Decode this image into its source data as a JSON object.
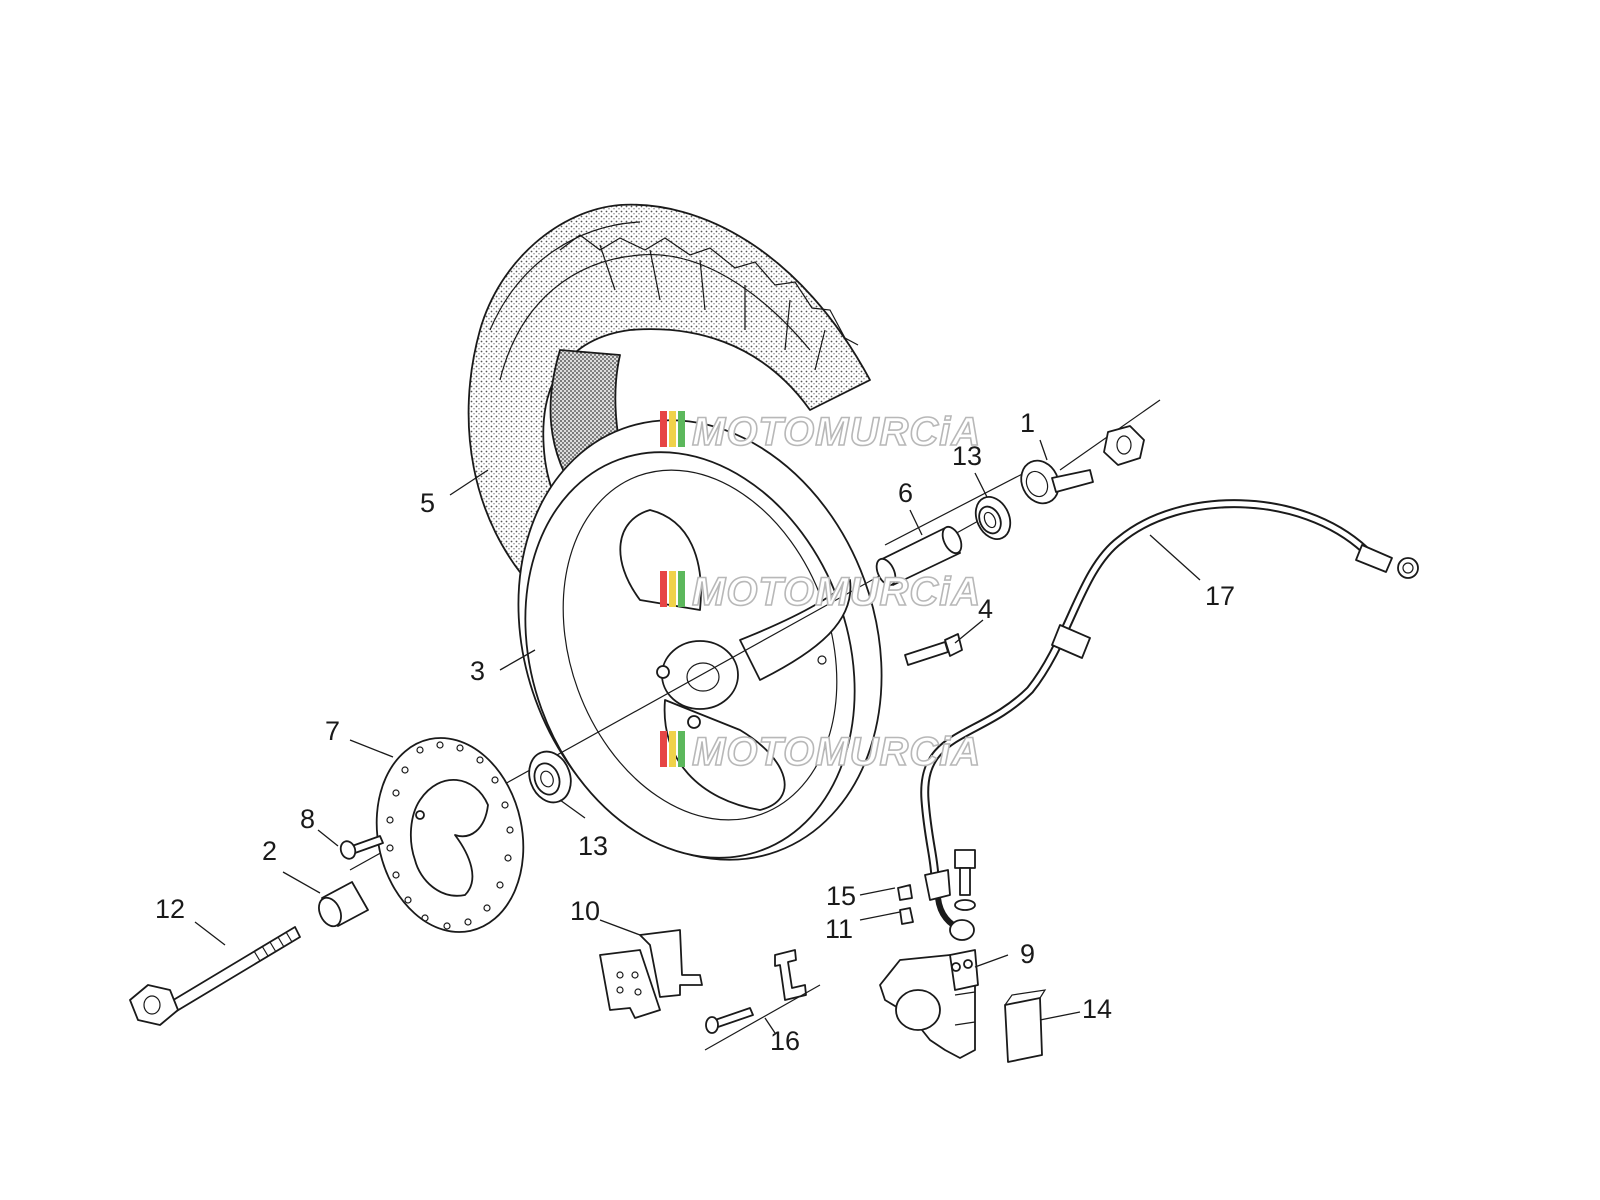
{
  "colors": {
    "background": "#ffffff",
    "line": "#1a1a1a",
    "watermark_outline": "#b8b8b8",
    "watermark_stripes": [
      "#e64545",
      "#f0d24a",
      "#5cb85c"
    ]
  },
  "watermarks": [
    "MOTOMURCiA",
    "MOTOMURCiA",
    "MOTOMURCiA"
  ],
  "callouts": [
    {
      "id": "1",
      "label": "1"
    },
    {
      "id": "13-top",
      "label": "13"
    },
    {
      "id": "6",
      "label": "6"
    },
    {
      "id": "5",
      "label": "5"
    },
    {
      "id": "17",
      "label": "17"
    },
    {
      "id": "4",
      "label": "4"
    },
    {
      "id": "3",
      "label": "3"
    },
    {
      "id": "7",
      "label": "7"
    },
    {
      "id": "8",
      "label": "8"
    },
    {
      "id": "13-bottom",
      "label": "13"
    },
    {
      "id": "2",
      "label": "2"
    },
    {
      "id": "12",
      "label": "12"
    },
    {
      "id": "10",
      "label": "10"
    },
    {
      "id": "15",
      "label": "15"
    },
    {
      "id": "11",
      "label": "11"
    },
    {
      "id": "9",
      "label": "9"
    },
    {
      "id": "14",
      "label": "14"
    },
    {
      "id": "16",
      "label": "16"
    }
  ]
}
